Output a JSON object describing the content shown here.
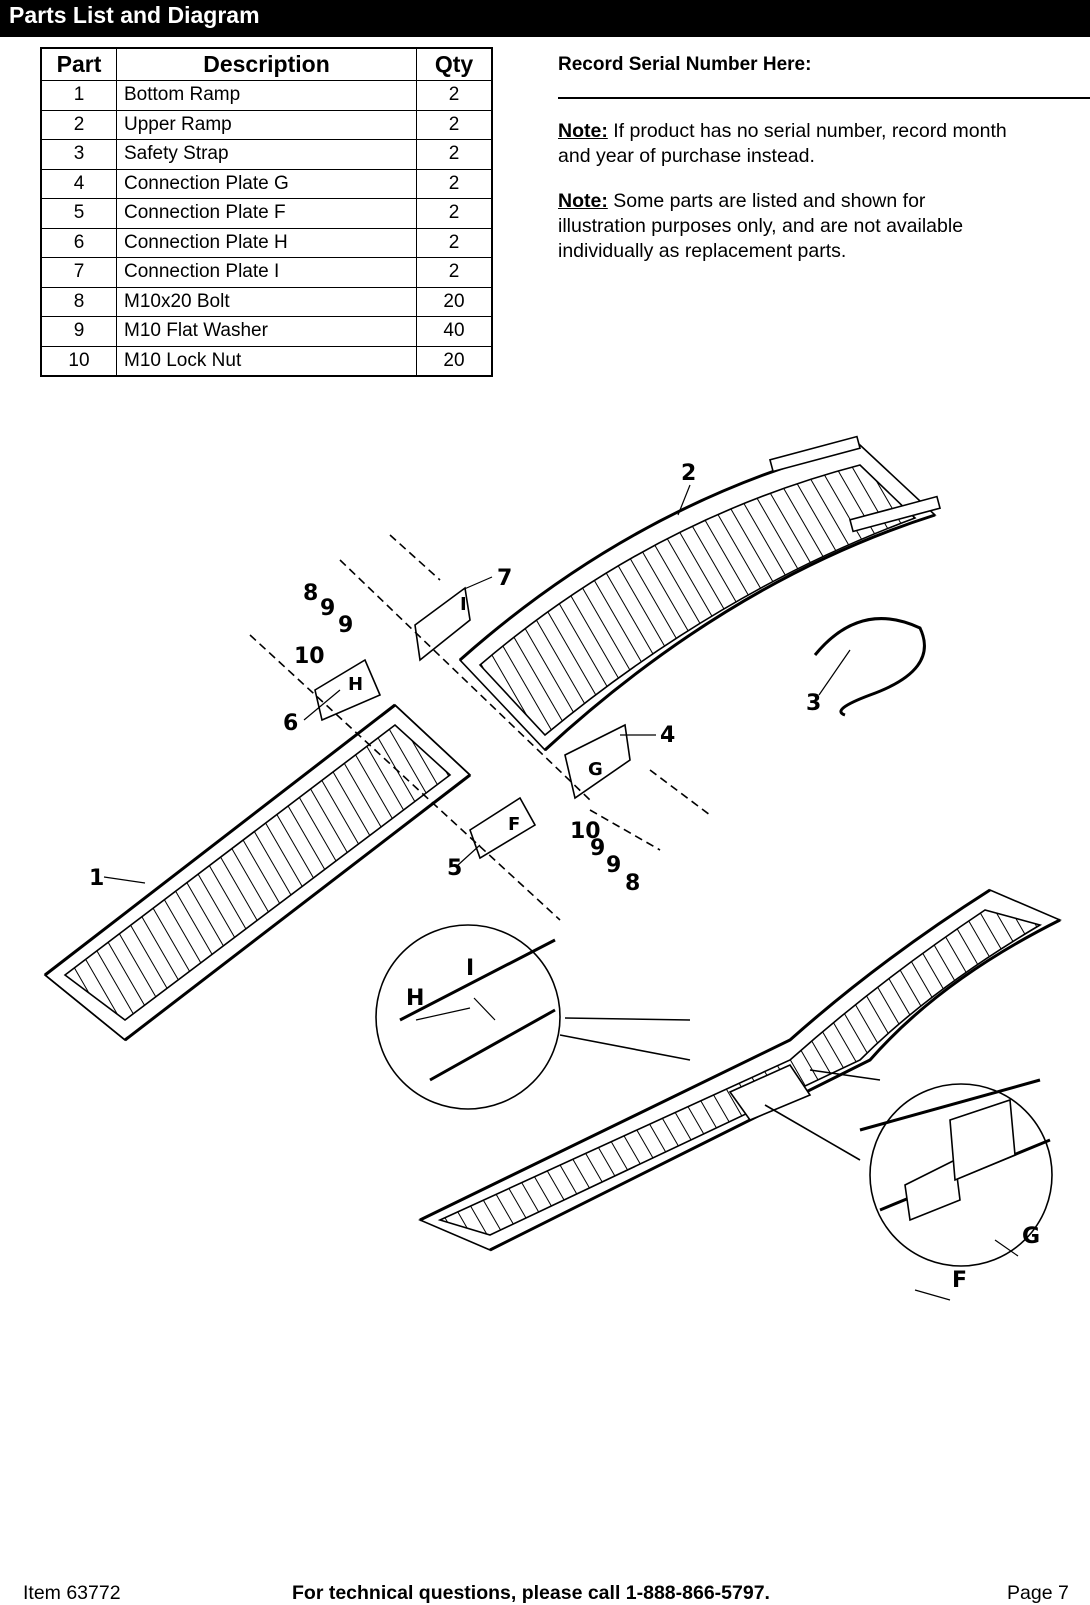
{
  "header": {
    "title": "Parts List and Diagram"
  },
  "parts_table": {
    "headers": [
      "Part",
      "Description",
      "Qty"
    ],
    "rows": [
      [
        "1",
        "Bottom Ramp",
        "2"
      ],
      [
        "2",
        "Upper Ramp",
        "2"
      ],
      [
        "3",
        "Safety Strap",
        "2"
      ],
      [
        "4",
        "Connection Plate G",
        "2"
      ],
      [
        "5",
        "Connection Plate F",
        "2"
      ],
      [
        "6",
        "Connection Plate H",
        "2"
      ],
      [
        "7",
        "Connection Plate I",
        "2"
      ],
      [
        "8",
        "M10x20 Bolt",
        "20"
      ],
      [
        "9",
        "M10 Flat Washer",
        "40"
      ],
      [
        "10",
        "M10 Lock Nut",
        "20"
      ]
    ]
  },
  "serial": {
    "label": "Record Serial Number Here:"
  },
  "notes": [
    {
      "label": "Note:",
      "text": " If product has no serial number, record month and year of purchase instead."
    },
    {
      "label": "Note:",
      "text": " Some parts are listed and shown for illustration purposes only, and are not available individually as replacement parts."
    }
  ],
  "diagram": {
    "callouts": {
      "bottom_ramp": "1",
      "upper_ramp": "2",
      "strap": "3",
      "plate_g": "4",
      "plate_f": "5",
      "plate_h": "6",
      "plate_i": "7",
      "bolt_top": "8",
      "washer_top_a": "9",
      "washer_top_b": "9",
      "nut_top": "10",
      "nut_bottom": "10",
      "washer_bottom_a": "9",
      "washer_bottom_b": "9",
      "bolt_bottom": "8"
    },
    "plate_letters": {
      "i": "I",
      "h": "H",
      "g": "G",
      "f": "F",
      "detail_i": "I",
      "detail_h": "H",
      "detail_g": "G",
      "detail_f": "F"
    }
  },
  "footer": {
    "item": "Item 63772",
    "support": "For technical questions, please call 1-888-866-5797.",
    "page": "Page 7"
  }
}
